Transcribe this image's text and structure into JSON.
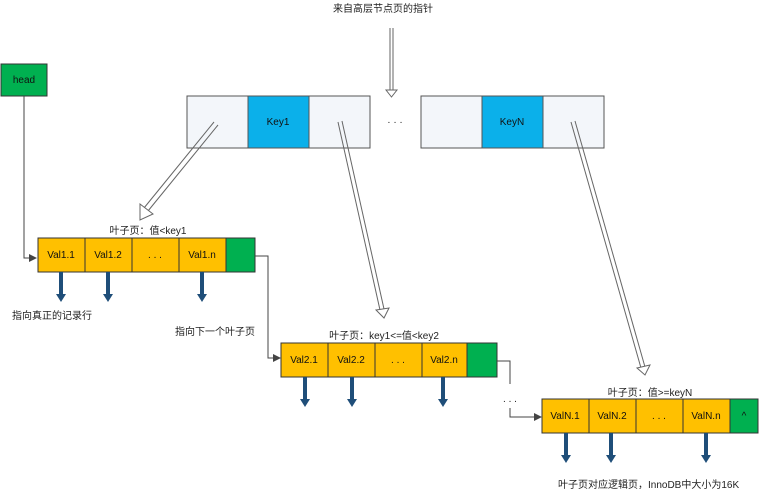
{
  "top_caption": "来自高层节点页的指针",
  "head": {
    "label": "head"
  },
  "internal_nodes": [
    {
      "key": "Key1"
    },
    {
      "key": "KeyN"
    }
  ],
  "internal_ellipsis": "· · ·",
  "leaves": [
    {
      "caption": "叶子页：值<key1",
      "cells": [
        "Val1.1",
        "Val1.2",
        ". . .",
        "Val1.n"
      ],
      "last_cell": ""
    },
    {
      "caption": "叶子页：key1<=值<key2",
      "cells": [
        "Val2.1",
        "Val2.2",
        ". . .",
        "Val2.n"
      ],
      "last_cell": ""
    },
    {
      "caption": "叶子页：值>=keyN",
      "cells": [
        "ValN.1",
        "ValN.2",
        ". . .",
        "ValN.n"
      ],
      "last_cell": "^"
    }
  ],
  "leaf_link_ellipsis": ". . .",
  "labels": {
    "record_rows": "指向真正的记录行",
    "next_leaf": "指向下一个叶子页",
    "bottom": "叶子页对应逻辑页，InnoDB中大小为16K"
  },
  "colors": {
    "key_cell": "#0bb0ea",
    "value_cell": "#ffc000",
    "pointer_cell": "#00b050",
    "record_arrow": "#1f4e79",
    "empty_cell": "#f3f6fa"
  }
}
